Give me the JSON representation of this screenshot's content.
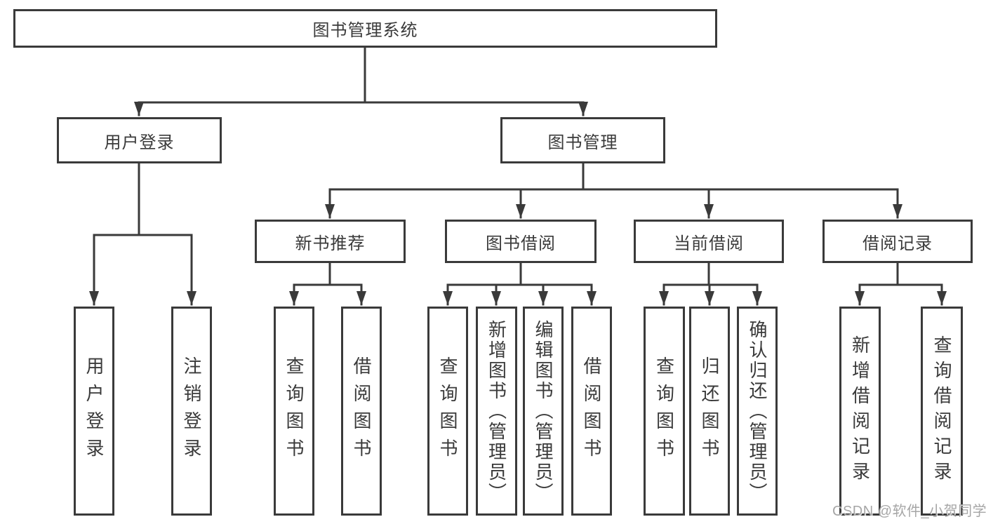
{
  "diagram": {
    "root": {
      "label": "图书管理系统"
    },
    "branches": [
      {
        "label": "用户登录",
        "children": [
          {
            "label": "用户登录"
          },
          {
            "label": "注销登录"
          }
        ]
      },
      {
        "label": "图书管理",
        "children": [
          {
            "label": "新书推荐",
            "children": [
              {
                "label": "查询图书"
              },
              {
                "label": "借阅图书"
              }
            ]
          },
          {
            "label": "图书借阅",
            "children": [
              {
                "label": "查询图书"
              },
              {
                "label": "新增图书（管理员）"
              },
              {
                "label": "编辑图书（管理员）"
              },
              {
                "label": "借阅图书"
              }
            ]
          },
          {
            "label": "当前借阅",
            "children": [
              {
                "label": "查询图书"
              },
              {
                "label": "归还图书"
              },
              {
                "label": "确认归还（管理员）"
              }
            ]
          },
          {
            "label": "借阅记录",
            "children": [
              {
                "label": "新增借阅记录"
              },
              {
                "label": "查询借阅记录"
              }
            ]
          }
        ]
      }
    ]
  },
  "watermark": {
    "text": "CSDN @软件_小贺同学"
  },
  "colors": {
    "line": "#3a3a3a",
    "text": "#333333",
    "watermark": "#a6a6a6",
    "background": "#ffffff"
  }
}
